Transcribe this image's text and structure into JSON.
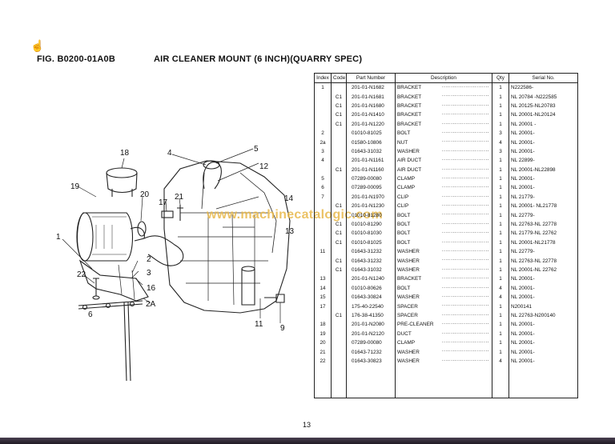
{
  "header": {
    "fig_no": "FIG. B0200-01A0B",
    "title": "AIR CLEANER MOUNT (6 INCH)(QUARRY SPEC)"
  },
  "watermark": "www.machinecatalogic.com",
  "diagram": {
    "callouts": [
      "18",
      "19",
      "20",
      "4",
      "5",
      "12",
      "14",
      "13",
      "17",
      "21",
      "1",
      "22",
      "2",
      "3",
      "16",
      "6",
      "2A",
      "11",
      "9"
    ]
  },
  "table": {
    "headers": [
      "Index",
      "Code",
      "Part Number",
      "Description",
      "Qty",
      "Serial No."
    ],
    "rows": [
      {
        "index": "1",
        "code": "",
        "part": "201-01-N1682",
        "desc": "BRACKET",
        "qty": "1",
        "serial": "N222586-"
      },
      {
        "index": "",
        "code": "C1",
        "part": "201-01-N1681",
        "desc": "BRACKET",
        "qty": "1",
        "serial": "NL 20784 -N222585"
      },
      {
        "index": "",
        "code": "C1",
        "part": "201-01-N1680",
        "desc": "BRACKET",
        "qty": "1",
        "serial": "NL 20125-NL20783"
      },
      {
        "index": "",
        "code": "C1",
        "part": "201-01-N1410",
        "desc": "BRACKET",
        "qty": "1",
        "serial": "NL 20001-NL20124"
      },
      {
        "index": "",
        "code": "C1",
        "part": "201-01-N1220",
        "desc": "BRACKET",
        "qty": "1",
        "serial": "NL 20001 -"
      },
      {
        "index": "2",
        "code": "",
        "part": "01010-81025",
        "desc": "BOLT",
        "qty": "3",
        "serial": "NL 20001-"
      },
      {
        "index": "2a",
        "code": "",
        "part": "01580-10806",
        "desc": "NUT",
        "qty": "4",
        "serial": "NL 20001-"
      },
      {
        "index": "3",
        "code": "",
        "part": "01643-31032",
        "desc": "WASHER",
        "qty": "3",
        "serial": "NL 20001-"
      },
      {
        "index": "4",
        "code": "",
        "part": "201-01-N1161",
        "desc": "AIR DUCT",
        "qty": "1",
        "serial": "NL 22899-"
      },
      {
        "index": "",
        "code": "C1",
        "part": "201-01-N1160",
        "desc": "AIR DUCT",
        "qty": "1",
        "serial": "NL 20001-NL22898"
      },
      {
        "index": "5",
        "code": "",
        "part": "07289-00080",
        "desc": "CLAMP",
        "qty": "1",
        "serial": "NL 20001-"
      },
      {
        "index": "6",
        "code": "",
        "part": "07289-00095",
        "desc": "CLAMP",
        "qty": "1",
        "serial": "NL 20001-"
      },
      {
        "index": "7",
        "code": "",
        "part": "201-01-N1970",
        "desc": "CLIP",
        "qty": "1",
        "serial": "NL 21779-"
      },
      {
        "index": "",
        "code": "C1",
        "part": "201-01-N1230",
        "desc": "CLIP",
        "qty": "1",
        "serial": "NL 20001- NL21778"
      },
      {
        "index": "",
        "code": "",
        "part": "01010-81280",
        "desc": "BOLT",
        "qty": "1",
        "serial": "NL 22779-"
      },
      {
        "index": "",
        "code": "C1",
        "part": "01010-81290",
        "desc": "BOLT",
        "qty": "1",
        "serial": "NL 22763-NL 22778"
      },
      {
        "index": "",
        "code": "C1",
        "part": "01010-81030",
        "desc": "BOLT",
        "qty": "1",
        "serial": "NL 21779-NL 22762"
      },
      {
        "index": "",
        "code": "C1",
        "part": "01010-81025",
        "desc": "BOLT",
        "qty": "1",
        "serial": "NL 20001-NL21778"
      },
      {
        "index": "11",
        "code": "",
        "part": "01643-31232",
        "desc": "WASHER",
        "qty": "1",
        "serial": "NL 22779-"
      },
      {
        "index": "",
        "code": "C1",
        "part": "01643-31232",
        "desc": "WASHER",
        "qty": "1",
        "serial": "NL 22763-NL 22778"
      },
      {
        "index": "",
        "code": "C1",
        "part": "01643-31032",
        "desc": "WASHER",
        "qty": "1",
        "serial": "NL 20001-NL 22762"
      },
      {
        "index": "13",
        "code": "",
        "part": "201-01-N1240",
        "desc": "BRACKET",
        "qty": "1",
        "serial": "NL 20001-"
      },
      {
        "index": "14",
        "code": "",
        "part": "01010-80626",
        "desc": "BOLT",
        "qty": "4",
        "serial": "NL 20001-"
      },
      {
        "index": "15",
        "code": "",
        "part": "01643-30824",
        "desc": "WASHER",
        "qty": "4",
        "serial": "NL 20001-"
      },
      {
        "index": "17",
        "code": "",
        "part": "175-40-22540",
        "desc": "SPACER",
        "qty": "1",
        "serial": "N200141"
      },
      {
        "index": "",
        "code": "C1",
        "part": "176-38-41350",
        "desc": "SPACER",
        "qty": "1",
        "serial": "NL 22763-N200140"
      },
      {
        "index": "18",
        "code": "",
        "part": "201-01-N2080",
        "desc": "PRE-CLEANER",
        "qty": "1",
        "serial": "NL 20001-"
      },
      {
        "index": "19",
        "code": "",
        "part": "201-01-N2120",
        "desc": "DUCT",
        "qty": "1",
        "serial": "NL 20001-"
      },
      {
        "index": "20",
        "code": "",
        "part": "07289-00080",
        "desc": "CLAMP",
        "qty": "1",
        "serial": "NL 20001-"
      },
      {
        "index": "21",
        "code": "",
        "part": "01643-71232",
        "desc": "WASHER",
        "qty": "1",
        "serial": "NL 20001-"
      },
      {
        "index": "22",
        "code": "",
        "part": "01643-30823",
        "desc": "WASHER",
        "qty": "4",
        "serial": "NL 20001-"
      }
    ]
  },
  "footer": {
    "page_number": "13"
  }
}
